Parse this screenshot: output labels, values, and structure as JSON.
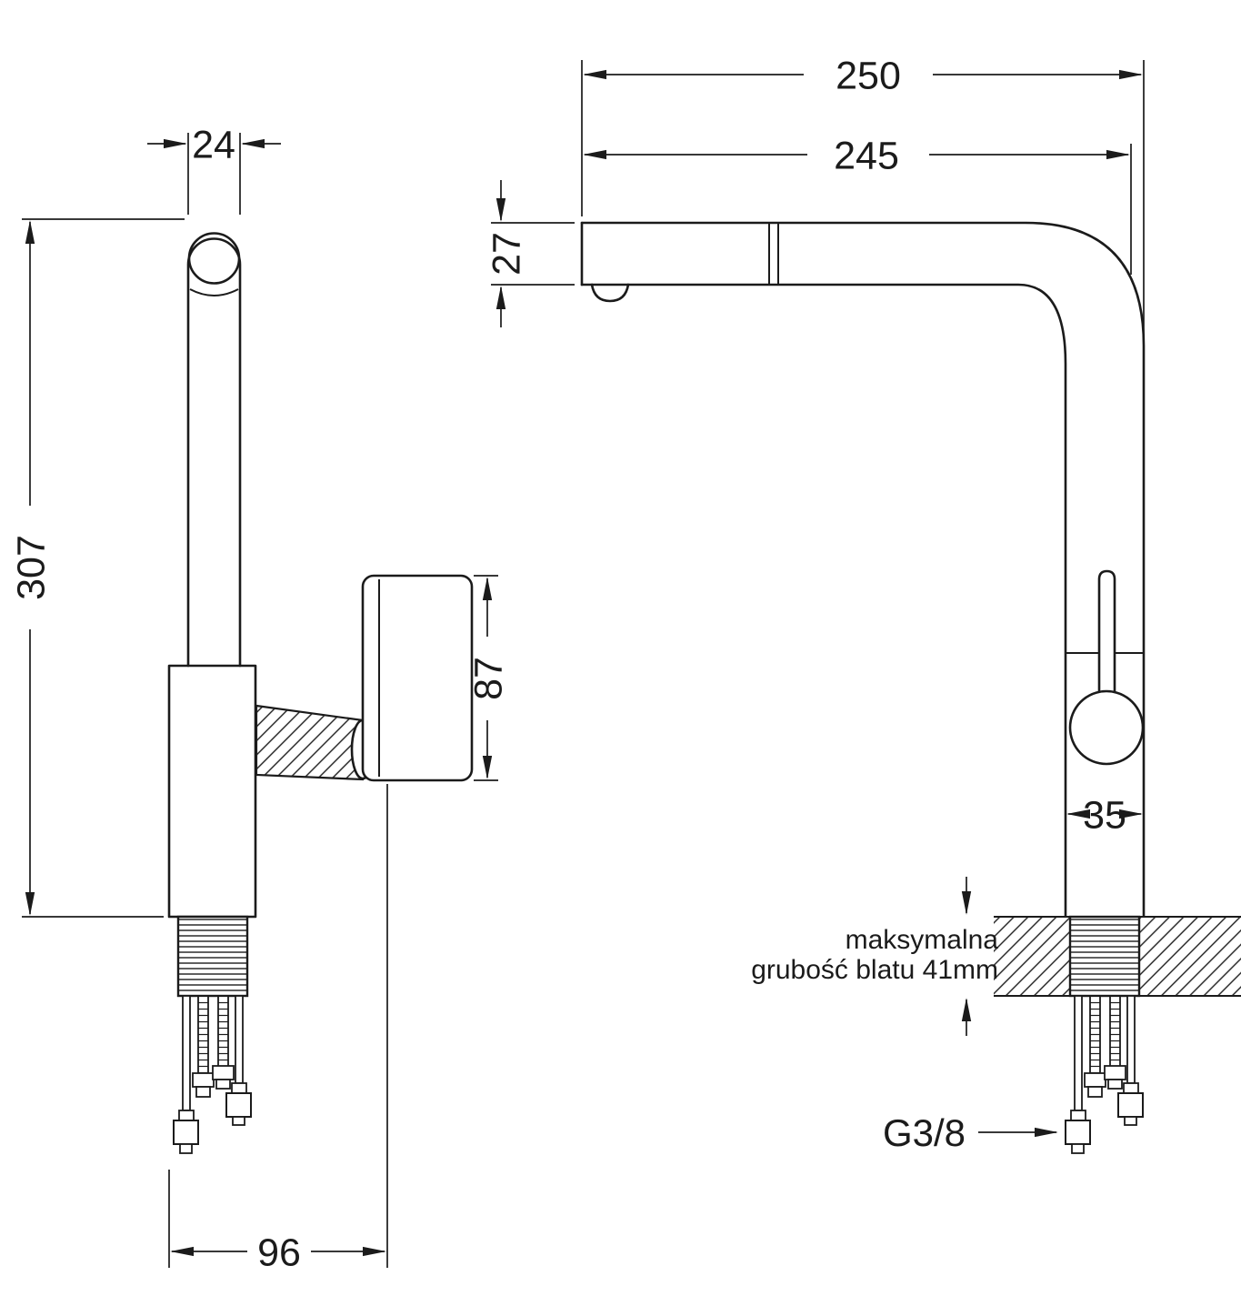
{
  "page": {
    "background": "#ffffff",
    "line_color": "#1b1b1b"
  },
  "dimensions": {
    "side_view": {
      "spout_pipe_width": "24",
      "overall_height": "307",
      "handle_length": "87",
      "base_depth": "96"
    },
    "front_view": {
      "overall_reach": "250",
      "spout_reach": "245",
      "spout_height": "27",
      "body_width": "35"
    }
  },
  "annotations": {
    "thread_size": "G3/8",
    "countertop_note_line1": "maksymalna",
    "countertop_note_line2": "grubość blatu 41mm"
  }
}
